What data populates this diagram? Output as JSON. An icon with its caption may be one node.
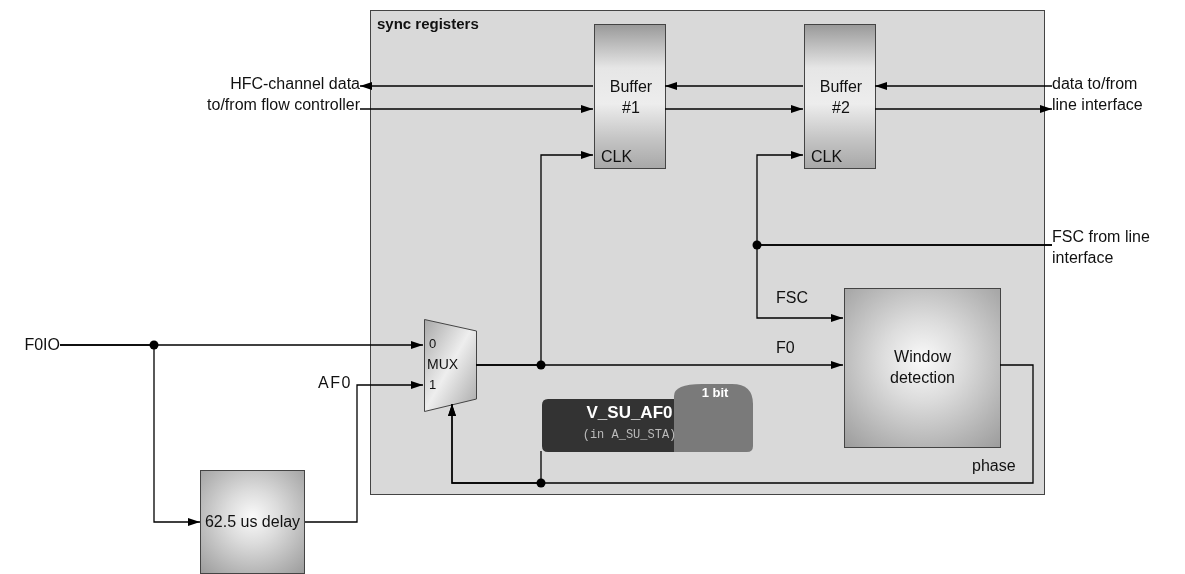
{
  "diagram": {
    "nodes": [
      {
        "text": [
          "sync registers"
        ]
      },
      {
        "text": [
          "Buffer #1",
          "CLK"
        ],
        "in": 0
      },
      {
        "text": [
          "Buffer #2",
          "CLK"
        ],
        "in": 0
      },
      {
        "text": [
          "0",
          "MUX",
          "1"
        ],
        "in": 0
      },
      {
        "text": [
          "Window detection"
        ],
        "in": 0
      },
      {
        "text": [
          "1 bit",
          "V_SU_AF0",
          "(in A_SU_STA)"
        ],
        "in": 0
      },
      {
        "text": [
          "62.5 us delay"
        ]
      },
      {
        "text": [
          "HFC-channel data to/from flow controller"
        ]
      },
      {
        "text": [
          "data to/from line interface"
        ]
      },
      {
        "text": [
          "FSC from line interface"
        ]
      },
      {
        "text": [
          "F0IO"
        ]
      }
    ],
    "edges": [
      {
        "from": 1,
        "to": 7,
        "arrow": "to"
      },
      {
        "from": 7,
        "to": 1,
        "arrow": "to"
      },
      {
        "from": 2,
        "to": 1,
        "arrow": "to"
      },
      {
        "from": 1,
        "to": 2,
        "arrow": "to"
      },
      {
        "from": 8,
        "to": 2,
        "arrow": "to"
      },
      {
        "from": 2,
        "to": 8,
        "arrow": "to"
      },
      {
        "from": 9,
        "to": 2,
        "arrow": "to"
      },
      {
        "from": 9,
        "to": 4,
        "arrow": "to",
        "label": "FSC"
      },
      {
        "from": 10,
        "to": 3,
        "arrow": "to"
      },
      {
        "from": 10,
        "to": 6,
        "arrow": "to"
      },
      {
        "from": 6,
        "to": 3,
        "arrow": "to",
        "label": "AF0"
      },
      {
        "from": 3,
        "to": 1,
        "arrow": "to"
      },
      {
        "from": 3,
        "to": 4,
        "arrow": "to",
        "label": "F0"
      },
      {
        "from": 4,
        "to": 3,
        "arrow": "to",
        "label": "phase"
      },
      {
        "from": 5,
        "to": 3,
        "arrow": "to"
      }
    ]
  }
}
